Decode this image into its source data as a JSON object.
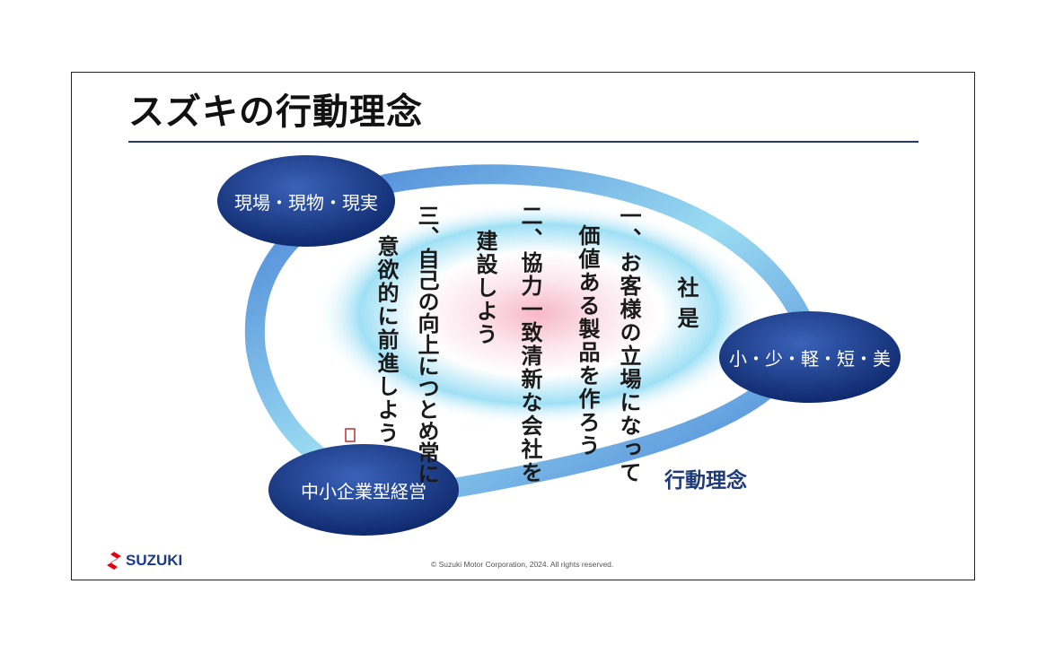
{
  "slide": {
    "title": "スズキの行動理念",
    "nodes": {
      "genba": "現場・現物・現実",
      "shosho": "小・少・軽・短・美",
      "chusho": "中小企業型経営"
    },
    "ring_label": "行動理念",
    "shaze": {
      "heading": "社是",
      "lines": [
        "一、お客様の立場になって",
        "価値ある製品を作ろう",
        "二、協力一致清新な会社を",
        "建設しよう",
        "三、自己の向上につとめ常に",
        "意欲的に前進しよう"
      ]
    },
    "footer": {
      "logo": "SUZUKI",
      "copyright": "© Suzuki Motor Corporation, 2024. All rights reserved."
    },
    "colors": {
      "navy": "#1f3a78",
      "ring": "#3a78d0",
      "logo_red": "#e60012",
      "logo_blue": "#1a3a8c"
    }
  }
}
